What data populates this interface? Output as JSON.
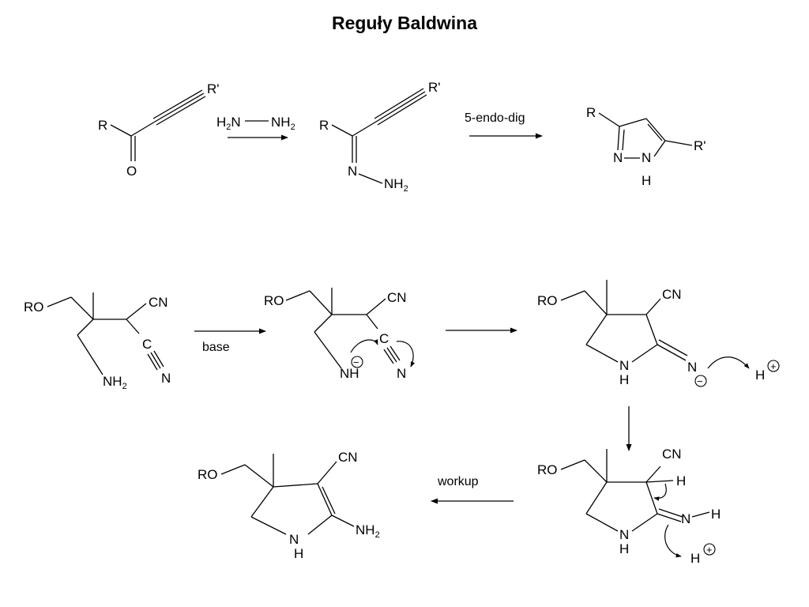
{
  "title": "Reguły Baldwina",
  "labels": {
    "r": "R",
    "r_prime": "R'",
    "o": "O",
    "n": "N",
    "h": "H",
    "c": "C",
    "nh": "NH",
    "ro": "RO",
    "cn": "CN",
    "nh2_nh": "NH",
    "nh2_sub": "2",
    "h2n_h": "H",
    "h2n_sub": "2",
    "h2n_n": "N",
    "minus": "−",
    "plus": "+"
  },
  "reagents": {
    "endo": "5-endo-dig",
    "base": "base",
    "workup": "workup"
  }
}
